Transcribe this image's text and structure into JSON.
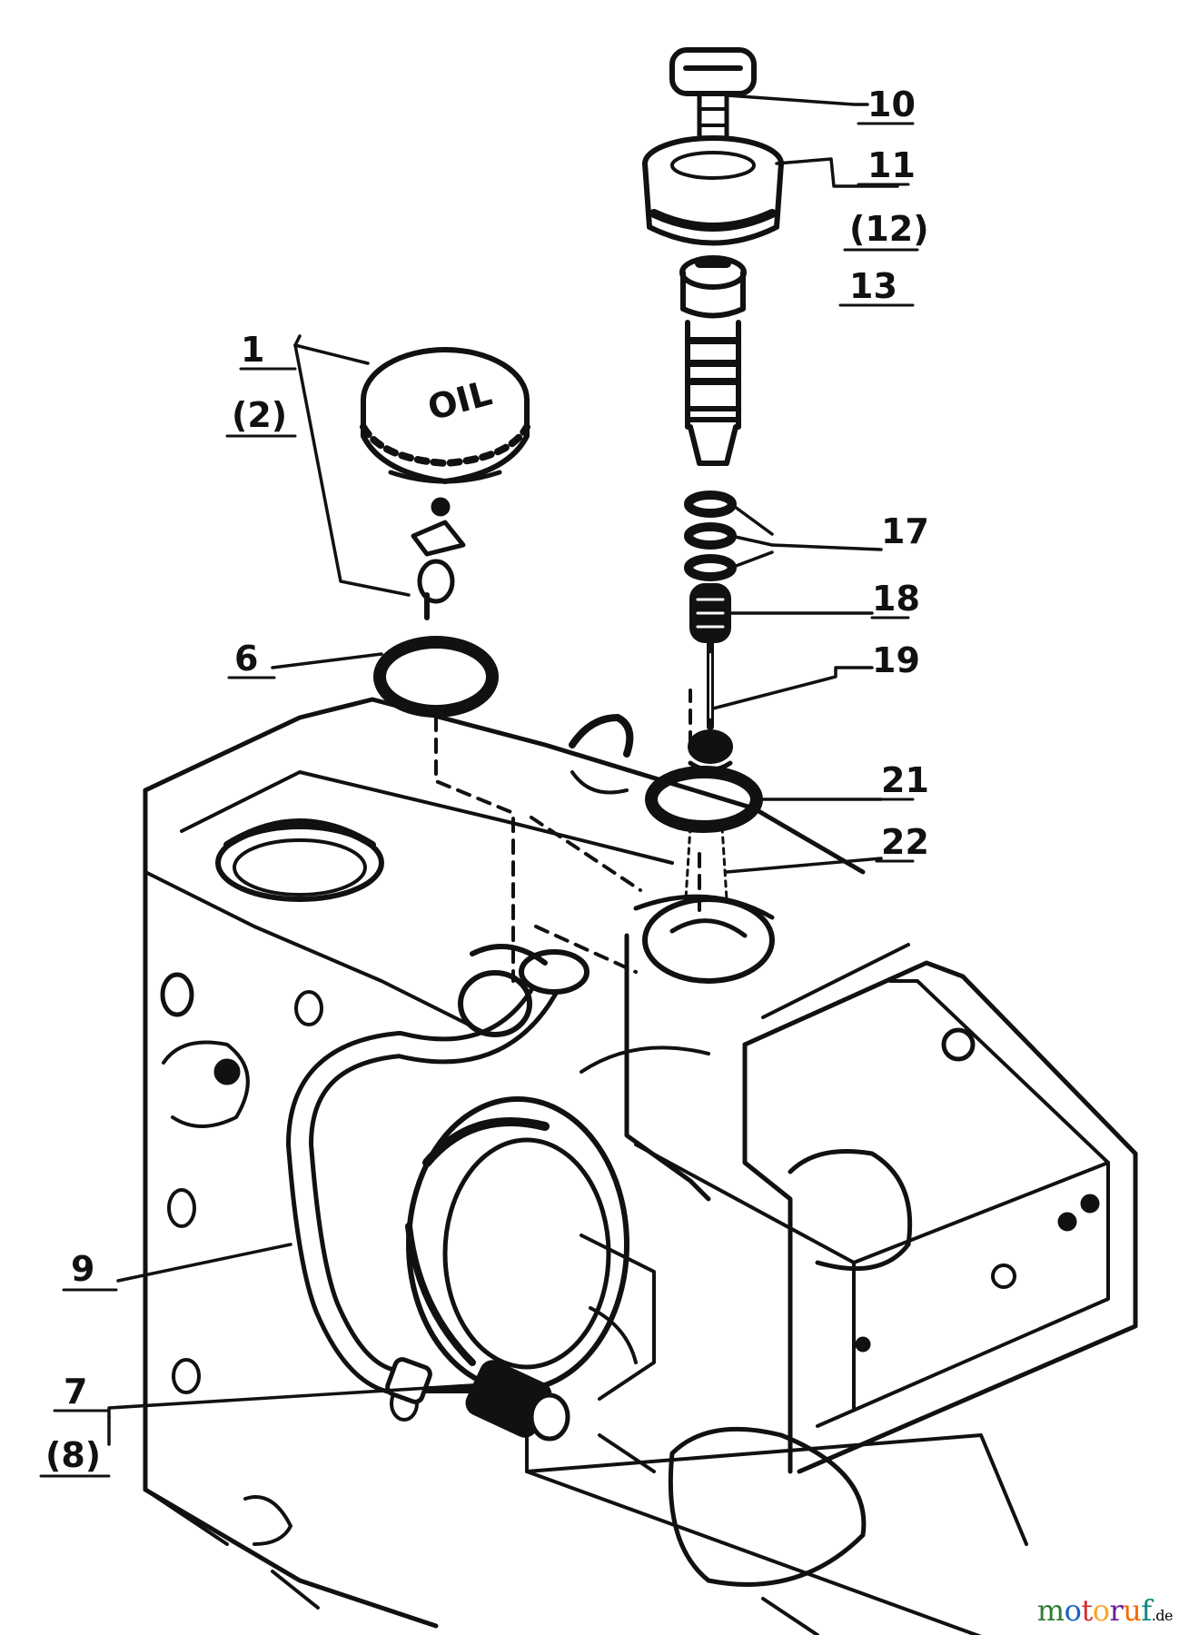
{
  "diagram": {
    "callouts": {
      "c1": "1",
      "c2": "(2)",
      "c6": "6",
      "c7": "7",
      "c8": "(8)",
      "c9": "9",
      "c10": "10",
      "c11": "11",
      "c12": "(12)",
      "c13": "13",
      "c17": "17",
      "c18": "18",
      "c19": "19",
      "c21": "21",
      "c22": "22"
    },
    "embossed_text": "OIL"
  },
  "watermark": {
    "name": "motoruf",
    "suffix": ".de",
    "colors": [
      "#2f7d32",
      "#1565c0",
      "#d32f2f",
      "#f9a825",
      "#6a1b9a",
      "#ef6c00",
      "#00897b"
    ]
  }
}
